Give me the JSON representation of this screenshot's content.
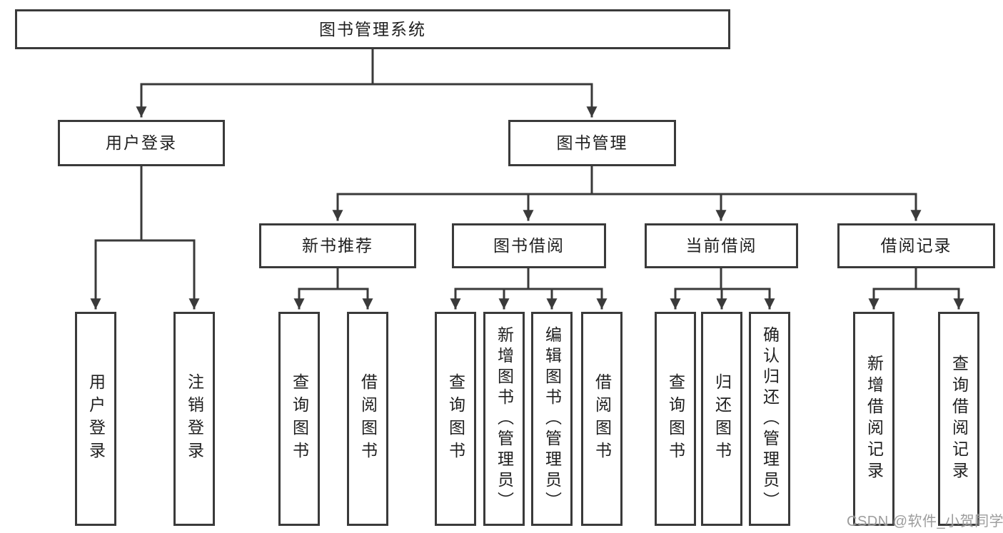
{
  "diagram": {
    "type": "hierarchy",
    "title": "图书管理系统",
    "nodes": {
      "root": {
        "label": "图书管理系统"
      },
      "userLogin": {
        "label": "用户登录"
      },
      "bookMgmt": {
        "label": "图书管理"
      },
      "newBookRec": {
        "label": "新书推荐"
      },
      "bookBorrow": {
        "label": "图书借阅"
      },
      "currentBorrow": {
        "label": "当前借阅"
      },
      "borrowRecord": {
        "label": "借阅记录"
      },
      "leafUserLogin": {
        "label": "用户登录"
      },
      "leafLogout": {
        "label": "注销登录"
      },
      "leafQueryBook1": {
        "label": "查询图书"
      },
      "leafBorrowBook1": {
        "label": "借阅图书"
      },
      "leafQueryBook2": {
        "label": "查询图书"
      },
      "leafAddBook": {
        "label": "新增图书（管理员）"
      },
      "leafEditBook": {
        "label": "编辑图书（管理员）"
      },
      "leafBorrowBook2": {
        "label": "借阅图书"
      },
      "leafQueryBook3": {
        "label": "查询图书"
      },
      "leafReturnBook": {
        "label": "归还图书"
      },
      "leafConfirmReturn": {
        "label": "确认归还（管理员）"
      },
      "leafAddRecord": {
        "label": "新增借阅记录"
      },
      "leafQueryRecord": {
        "label": "查询借阅记录"
      }
    },
    "edges": [
      {
        "from": "root",
        "to": [
          "userLogin",
          "bookMgmt"
        ]
      },
      {
        "from": "userLogin",
        "to": [
          "leafUserLogin",
          "leafLogout"
        ]
      },
      {
        "from": "bookMgmt",
        "to": [
          "newBookRec",
          "bookBorrow",
          "currentBorrow",
          "borrowRecord"
        ]
      },
      {
        "from": "newBookRec",
        "to": [
          "leafQueryBook1",
          "leafBorrowBook1"
        ]
      },
      {
        "from": "bookBorrow",
        "to": [
          "leafQueryBook2",
          "leafAddBook",
          "leafEditBook",
          "leafBorrowBook2"
        ]
      },
      {
        "from": "currentBorrow",
        "to": [
          "leafQueryBook3",
          "leafReturnBook",
          "leafConfirmReturn"
        ]
      },
      {
        "from": "borrowRecord",
        "to": [
          "leafAddRecord",
          "leafQueryRecord"
        ]
      }
    ]
  },
  "watermark": {
    "text": "CSDN @软件_小贺同学"
  },
  "colors": {
    "line": "#3a3a3a",
    "box_border": "#3a3a3a",
    "box_fill": "#ffffff",
    "text": "#1f1f1f",
    "watermark": "#949494",
    "background": "#ffffff"
  }
}
